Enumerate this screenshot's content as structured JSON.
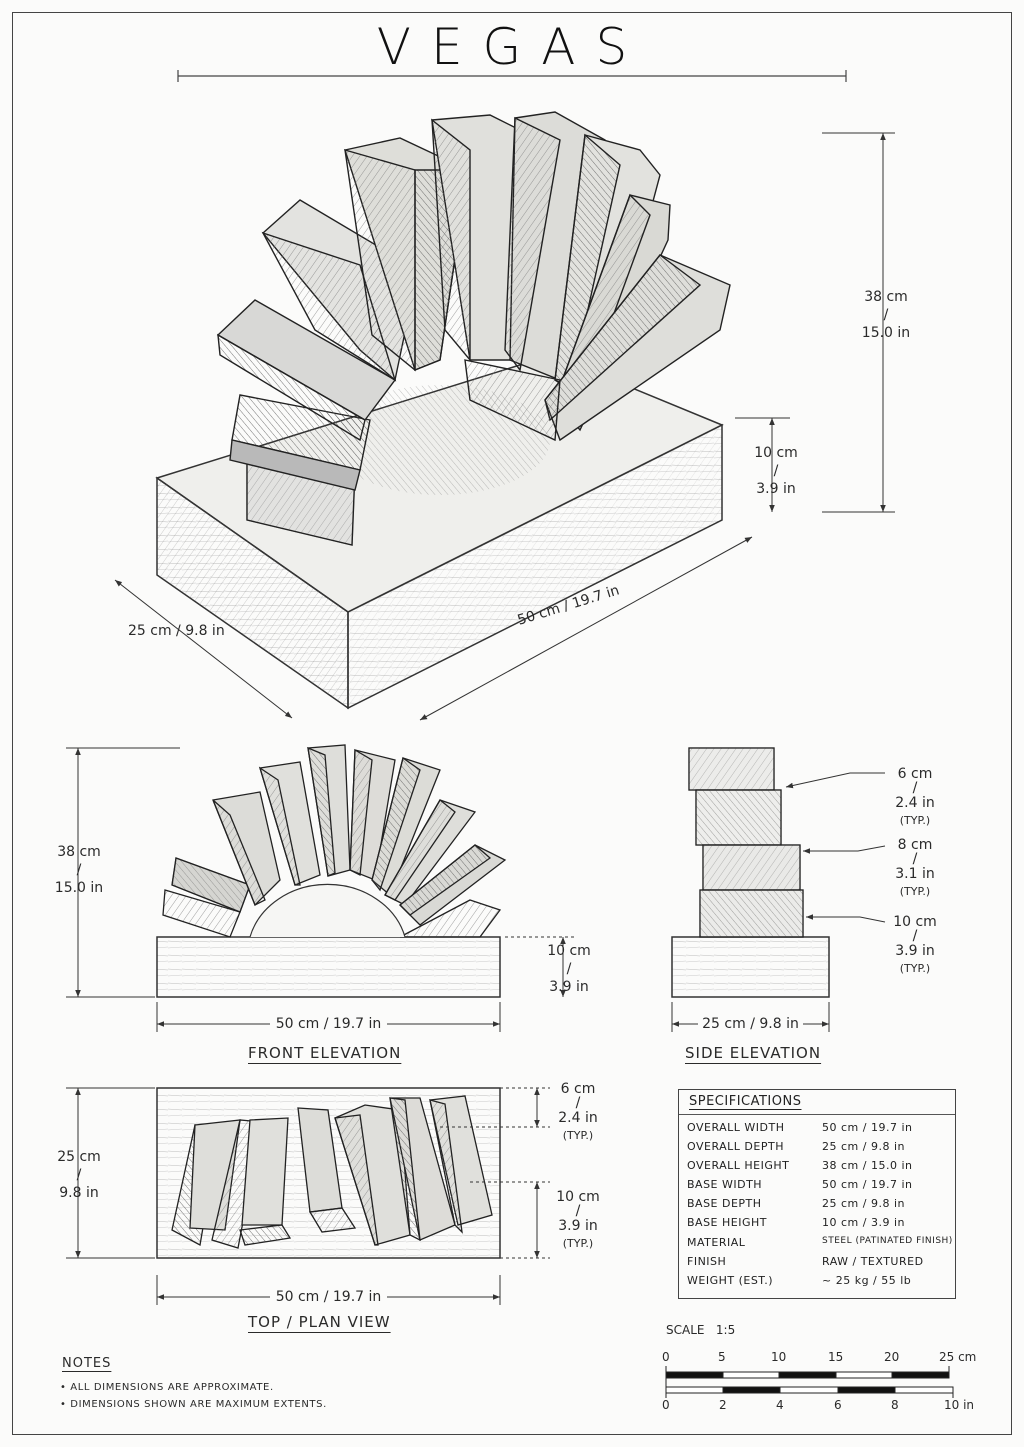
{
  "title": "VEGAS",
  "iso": {
    "height_cm": "38 cm",
    "height_sep": "/",
    "height_in": "15.0 in",
    "base_h_cm": "10 cm",
    "base_h_sep": "/",
    "base_h_in": "3.9 in",
    "depth": "25 cm / 9.8 in",
    "width": "50 cm / 19.7 in"
  },
  "front": {
    "caption": "FRONT ELEVATION",
    "height_cm": "38 cm",
    "height_sep": "/",
    "height_in": "15.0 in",
    "base_cm": "10 cm",
    "base_sep": "/",
    "base_in": "3.9 in",
    "width": "50 cm / 19.7 in"
  },
  "side": {
    "caption": "SIDE ELEVATION",
    "c1_cm": "6 cm",
    "c1_sep": "/",
    "c1_in": "2.4 in",
    "c1_typ": "(TYP.)",
    "c2_cm": "8 cm",
    "c2_sep": "/",
    "c2_in": "3.1 in",
    "c2_typ": "(TYP.)",
    "c3_cm": "10 cm",
    "c3_sep": "/",
    "c3_in": "3.9 in",
    "c3_typ": "(TYP.)",
    "width": "25 cm / 9.8 in"
  },
  "plan": {
    "caption": "TOP / PLAN VIEW",
    "depth_cm": "25 cm",
    "depth_sep": "/",
    "depth_in": "9.8 in",
    "t1_cm": "6 cm",
    "t1_sep": "/",
    "t1_in": "2.4 in",
    "t1_typ": "(TYP.)",
    "t2_cm": "10 cm",
    "t2_sep": "/",
    "t2_in": "3.9 in",
    "t2_typ": "(TYP.)",
    "width": "50 cm / 19.7 in"
  },
  "specs": {
    "heading": "SPECIFICATIONS",
    "rows": [
      {
        "k": "OVERALL WIDTH",
        "v": "50 cm / 19.7 in"
      },
      {
        "k": "OVERALL DEPTH",
        "v": "25 cm / 9.8 in"
      },
      {
        "k": "OVERALL HEIGHT",
        "v": "38 cm / 15.0 in"
      },
      {
        "k": "BASE WIDTH",
        "v": "50 cm / 19.7 in"
      },
      {
        "k": "BASE DEPTH",
        "v": "25 cm / 9.8 in"
      },
      {
        "k": "BASE HEIGHT",
        "v": "10 cm / 3.9 in"
      },
      {
        "k": "MATERIAL",
        "v": "STEEL (PATINATED FINISH)"
      },
      {
        "k": "FINISH",
        "v": "RAW / TEXTURED"
      },
      {
        "k": "WEIGHT (EST.)",
        "v": "~ 25 kg / 55 lb"
      }
    ]
  },
  "scale": {
    "label": "SCALE   1:5",
    "cm_ticks": [
      "0",
      "5",
      "10",
      "15",
      "20",
      "25 cm"
    ],
    "in_ticks": [
      "0",
      "2",
      "4",
      "6",
      "8",
      "10 in"
    ]
  },
  "notes": {
    "heading": "NOTES",
    "items": [
      "• ALL DIMENSIONS ARE APPROXIMATE.",
      "• DIMENSIONS SHOWN ARE MAXIMUM EXTENTS."
    ]
  }
}
